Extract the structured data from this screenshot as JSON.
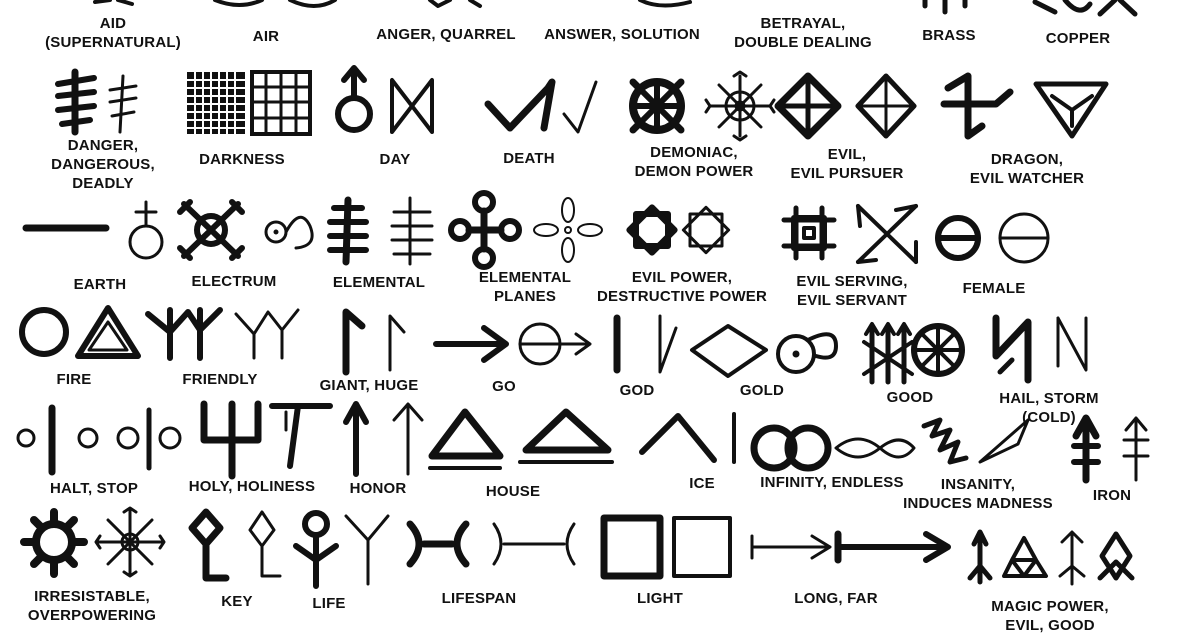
{
  "symbols": [
    {
      "id": "aid",
      "label": "AID\n(SUPERNATURAL)",
      "glyph": "aid-glyph"
    },
    {
      "id": "air",
      "label": "AIR",
      "glyph": "air-glyph"
    },
    {
      "id": "anger",
      "label": "ANGER, QUARREL",
      "glyph": "anger-glyph"
    },
    {
      "id": "answer",
      "label": "ANSWER, SOLUTION",
      "glyph": "answer-glyph"
    },
    {
      "id": "betrayal",
      "label": "BETRAYAL,\nDOUBLE DEALING",
      "glyph": "betrayal-glyph"
    },
    {
      "id": "brass",
      "label": "BRASS",
      "glyph": "brass-glyph"
    },
    {
      "id": "copper",
      "label": "COPPER",
      "glyph": "copper-glyph"
    },
    {
      "id": "danger",
      "label": "DANGER,\nDANGEROUS,\nDEADLY",
      "glyph": "danger-glyph"
    },
    {
      "id": "darkness",
      "label": "DARKNESS",
      "glyph": "darkness-glyph"
    },
    {
      "id": "day",
      "label": "DAY",
      "glyph": "day-glyph"
    },
    {
      "id": "death",
      "label": "DEATH",
      "glyph": "death-glyph"
    },
    {
      "id": "demoniac",
      "label": "DEMONIAC,\nDEMON POWER",
      "glyph": "demon-wheel-glyph"
    },
    {
      "id": "evil",
      "label": "EVIL,\nEVIL PURSUER",
      "glyph": "evil-diamond-glyph"
    },
    {
      "id": "dragon",
      "label": "DRAGON,\nEVIL WATCHER",
      "glyph": "dragon-glyph"
    },
    {
      "id": "earth",
      "label": "EARTH",
      "glyph": "earth-glyph"
    },
    {
      "id": "electrum",
      "label": "ELECTRUM",
      "glyph": "electrum-glyph"
    },
    {
      "id": "elemental",
      "label": "ELEMENTAL",
      "glyph": "elemental-glyph"
    },
    {
      "id": "elemental-planes",
      "label": "ELEMENTAL\nPLANES",
      "glyph": "elemental-planes-glyph"
    },
    {
      "id": "evil-power",
      "label": "EVIL POWER,\nDESTRUCTIVE POWER",
      "glyph": "evil-power-glyph"
    },
    {
      "id": "evil-serving",
      "label": "EVIL SERVING,\nEVIL SERVANT",
      "glyph": "evil-serving-glyph"
    },
    {
      "id": "female",
      "label": "FEMALE",
      "glyph": "female-glyph"
    },
    {
      "id": "fire",
      "label": "FIRE",
      "glyph": "fire-glyph"
    },
    {
      "id": "friendly",
      "label": "FRIENDLY",
      "glyph": "friendly-glyph"
    },
    {
      "id": "giant",
      "label": "GIANT, HUGE",
      "glyph": "giant-glyph"
    },
    {
      "id": "go",
      "label": "GO",
      "glyph": "go-arrow-glyph"
    },
    {
      "id": "god",
      "label": "GOD",
      "glyph": "god-glyph"
    },
    {
      "id": "gold",
      "label": "GOLD",
      "glyph": "gold-glyph"
    },
    {
      "id": "good",
      "label": "GOOD",
      "glyph": "good-glyph"
    },
    {
      "id": "hail",
      "label": "HAIL, STORM (COLD)",
      "glyph": "hail-glyph"
    },
    {
      "id": "halt",
      "label": "HALT, STOP",
      "glyph": "halt-glyph"
    },
    {
      "id": "holy",
      "label": "HOLY, HOLINESS",
      "glyph": "holy-glyph"
    },
    {
      "id": "honor",
      "label": "HONOR",
      "glyph": "honor-arrow-glyph"
    },
    {
      "id": "house",
      "label": "HOUSE",
      "glyph": "house-glyph"
    },
    {
      "id": "ice",
      "label": "ICE",
      "glyph": "ice-glyph"
    },
    {
      "id": "infinity",
      "label": "INFINITY, ENDLESS",
      "glyph": "infinity-glyph"
    },
    {
      "id": "insanity",
      "label": "INSANITY,\nINDUCES MADNESS",
      "glyph": "insanity-glyph"
    },
    {
      "id": "iron",
      "label": "IRON",
      "glyph": "iron-glyph"
    },
    {
      "id": "irresistable",
      "label": "IRRESISTABLE,\nOVERPOWERING",
      "glyph": "irresistable-glyph"
    },
    {
      "id": "key",
      "label": "KEY",
      "glyph": "key-glyph"
    },
    {
      "id": "life",
      "label": "LIFE",
      "glyph": "life-glyph"
    },
    {
      "id": "lifespan",
      "label": "LIFESPAN",
      "glyph": "lifespan-glyph"
    },
    {
      "id": "light",
      "label": "LIGHT",
      "glyph": "light-squares-glyph"
    },
    {
      "id": "long",
      "label": "LONG, FAR",
      "glyph": "long-arrow-glyph"
    },
    {
      "id": "magic",
      "label": "MAGIC POWER, EVIL, GOOD",
      "glyph": "magic-glyph"
    }
  ]
}
